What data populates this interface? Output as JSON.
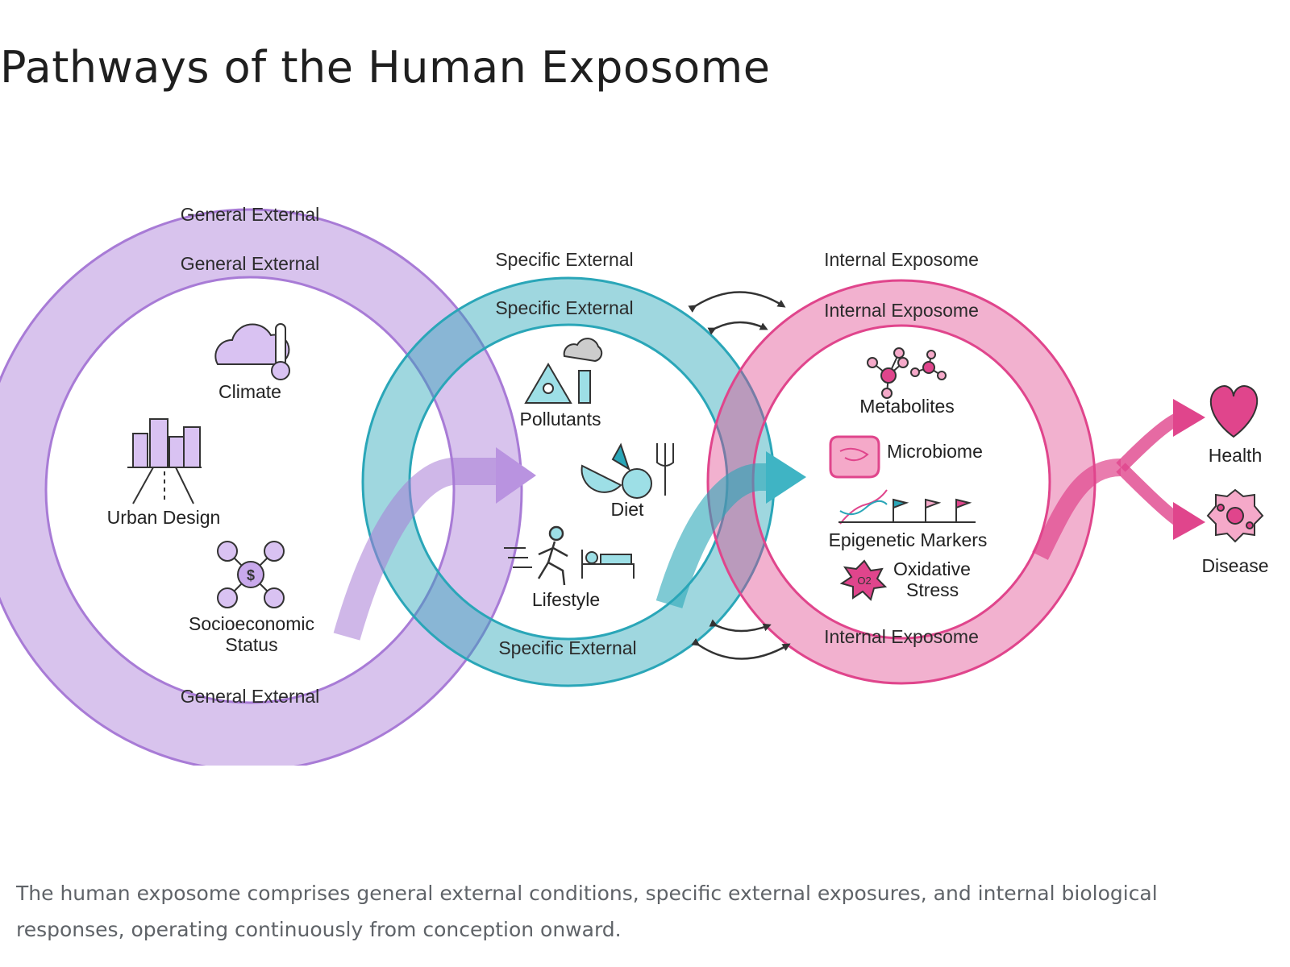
{
  "title": "Pathways of the Human Exposome",
  "caption": "The human exposome comprises general external conditions, specific external exposures, and internal biological responses, operating continuously from conception onward.",
  "colors": {
    "general": "#a87bd6",
    "general_fill": "#d9c2f2",
    "specific": "#2aa6b8",
    "specific_fill": "#9ddfe6",
    "internal": "#e0458c",
    "internal_fill": "#f5a9c9"
  },
  "general": {
    "label_outer": "General External",
    "label_top": "General External",
    "label_bottom": "General External",
    "items": [
      "Climate",
      "Urban Design",
      "Socioeconomic",
      "Status"
    ]
  },
  "specific": {
    "label_outer": "Specific External",
    "label_top": "Specific External",
    "label_bottom": "Specific External",
    "items": [
      "Pollutants",
      "Diet",
      "Lifestyle"
    ]
  },
  "internal": {
    "label_outer": "Internal Exposome",
    "label_top": "Internal Exposome",
    "label_bottom": "Internal Exposome",
    "items": [
      "Metabolites",
      "Microbiome",
      "Epigenetic Markers",
      "Oxidative",
      "Stress"
    ]
  },
  "outcomes": [
    "Health",
    "Disease"
  ],
  "icons": [
    "cloud-thermometer-icon",
    "city-road-icon",
    "network-dollar-icon",
    "factory-hazard-icon",
    "fruit-fork-icon",
    "running-person-icon",
    "bed-icon",
    "molecule-icon",
    "intestine-icon",
    "dna-flags-icon",
    "o2-burst-icon",
    "heart-icon",
    "diseased-cell-icon",
    "bidirectional-arrow-icon"
  ]
}
